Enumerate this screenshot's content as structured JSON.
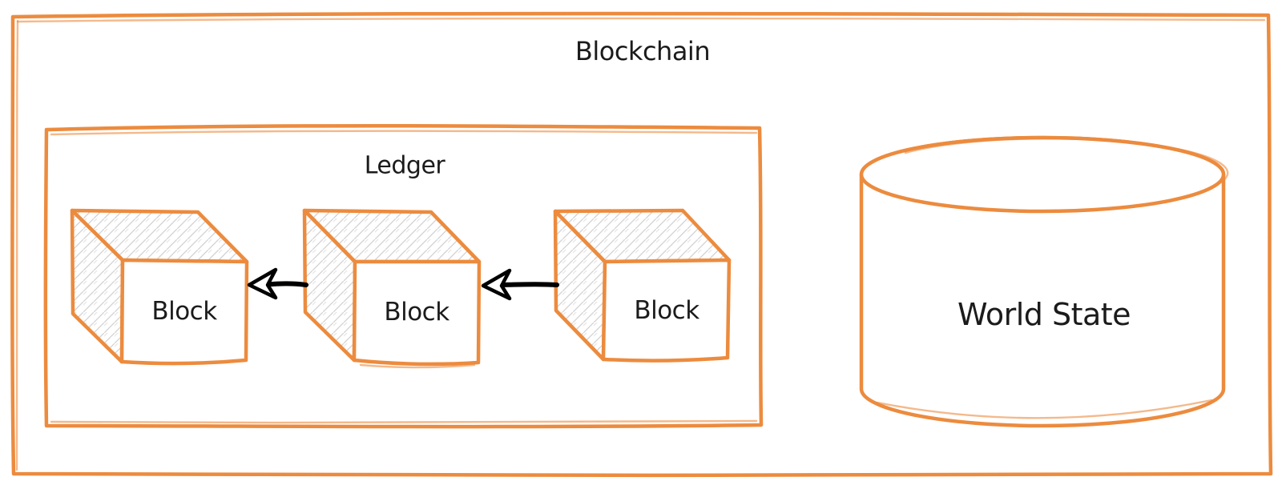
{
  "canvas": {
    "title": "Blockchain",
    "ledger": {
      "label": "Ledger",
      "blocks": [
        {
          "label": "Block"
        },
        {
          "label": "Block"
        },
        {
          "label": "Block"
        }
      ],
      "arrows": [
        {
          "icon": "arrow-left-icon",
          "meaning": "points to previous block"
        },
        {
          "icon": "arrow-left-icon",
          "meaning": "points to previous block"
        }
      ]
    },
    "world_state": {
      "label": "World State",
      "icon": "database-cylinder-icon"
    },
    "colors": {
      "accent": "#ec8b3e",
      "text": "#1b1b1b",
      "arrow": "#000000",
      "hatch": "#d2d2d2",
      "canvas_bg": "#ffffff"
    }
  }
}
